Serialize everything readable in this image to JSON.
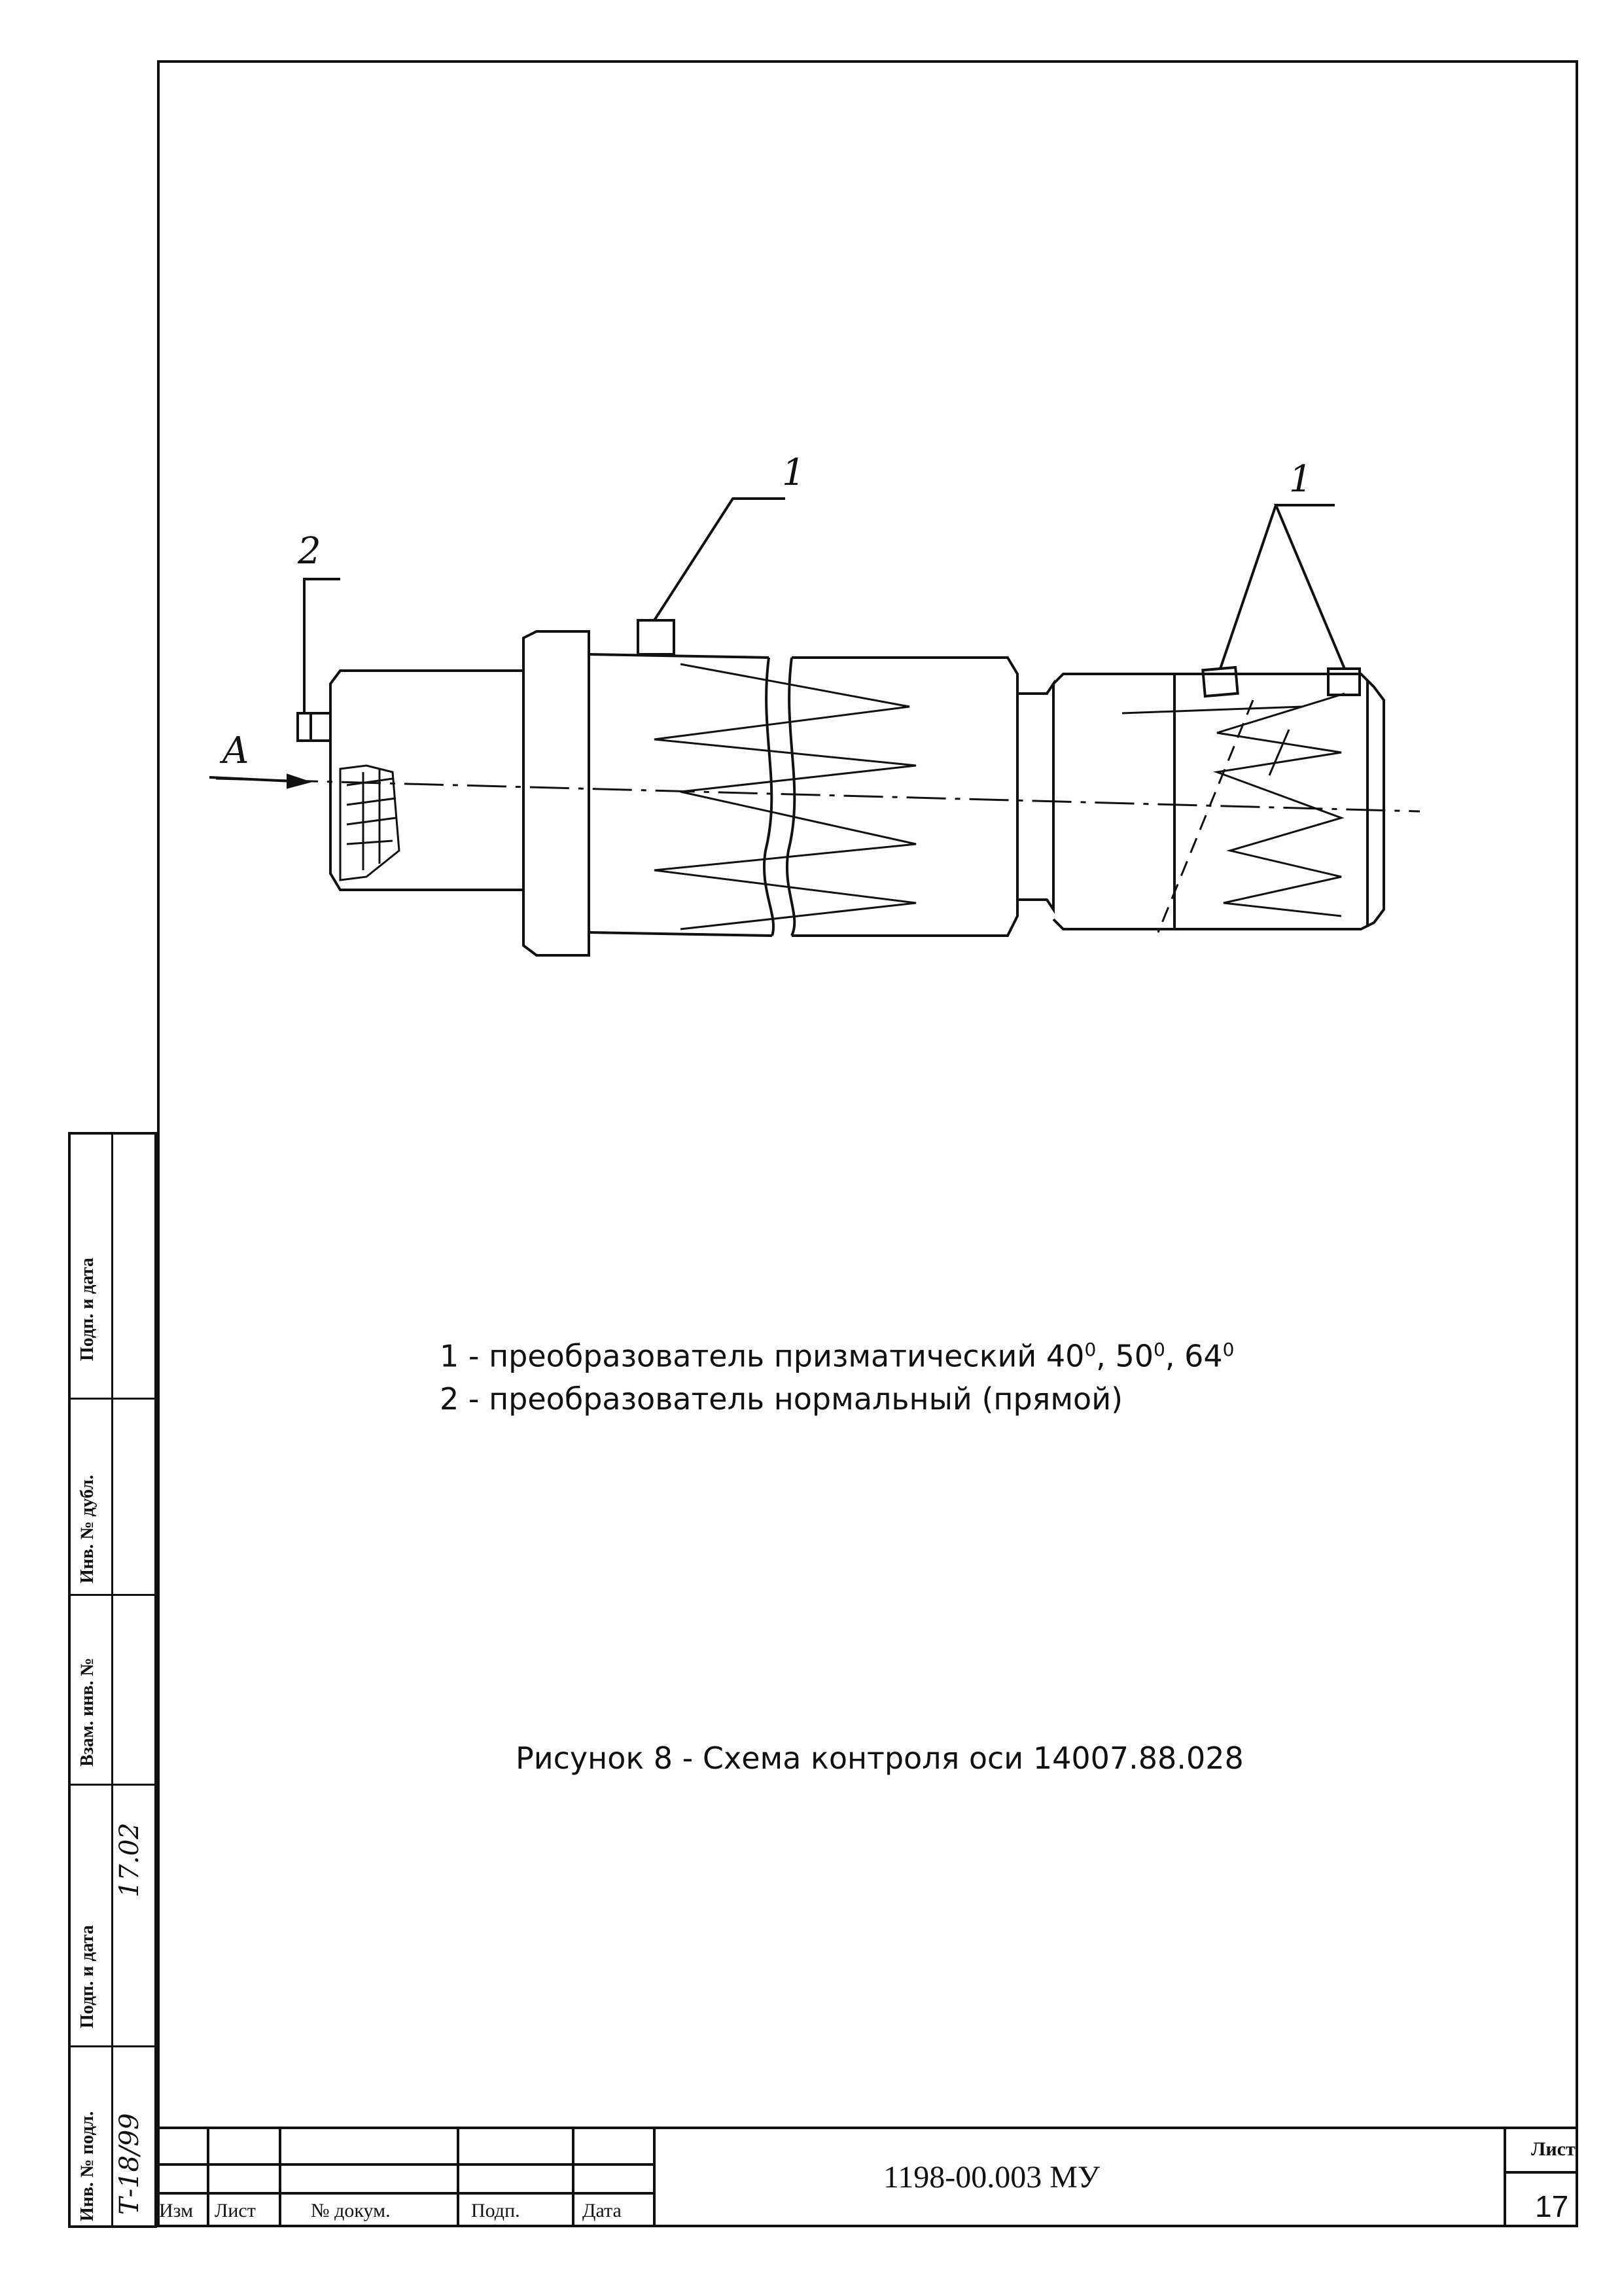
{
  "figure": {
    "leader_labels": {
      "transducer_top": "1",
      "transducer_right": "1",
      "transducer_left": "2",
      "direction": "A"
    }
  },
  "legend": {
    "line1_prefix": "1 - преобразователь призматический 40",
    "line1_mid1": ", 50",
    "line1_mid2": ", 64",
    "deg": "0",
    "line2": "2 - преобразователь нормальный (прямой)"
  },
  "caption": "Рисунок 8 - Схема контроля оси 14007.88.028",
  "side_block": {
    "cell1": "Подп. и дата",
    "cell2": "Инв. № дубл.",
    "cell3": "Взам. инв. №",
    "cell4": "Подп. и дата",
    "cell5": "Инв. № подл.",
    "hand_sign_date": "17.02",
    "hand_inv": "Т-18/99"
  },
  "title_block": {
    "col_izm": "Изм",
    "col_list": "Лист",
    "col_doc": "№ докум.",
    "col_podp": "Подп.",
    "col_data": "Дата",
    "designation": "1198-00.003 МУ",
    "sheet_label": "Лист",
    "sheet_number": "17"
  }
}
